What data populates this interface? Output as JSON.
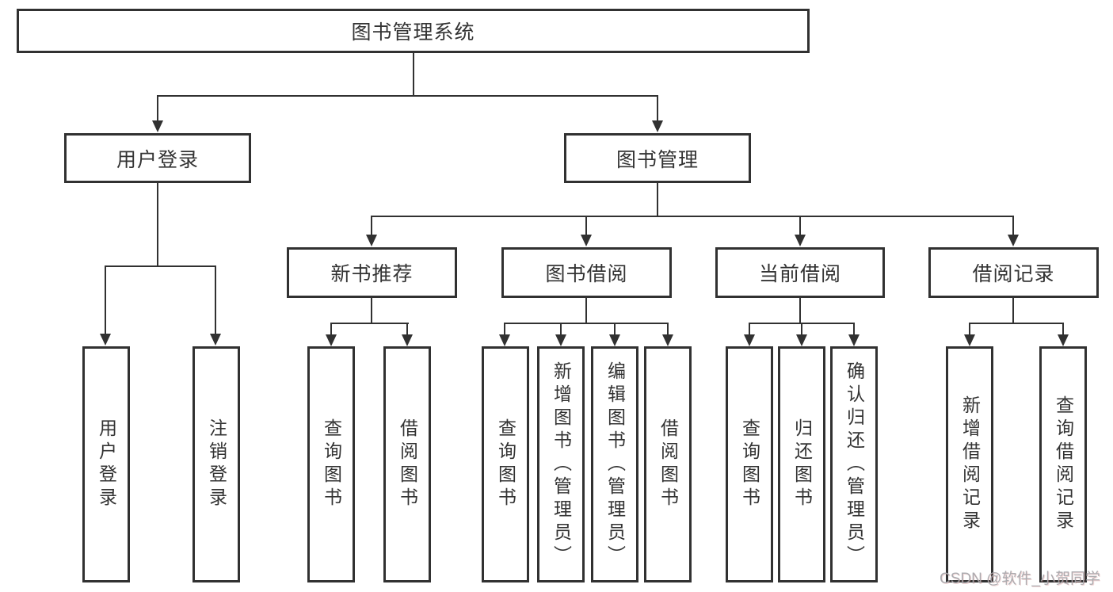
{
  "diagram": {
    "type": "hierarchy-diagram",
    "nodes": {
      "root": "图书管理系统",
      "user_login": "用户登录",
      "book_mgmt": "图书管理",
      "new_books": "新书推荐",
      "book_borrow": "图书借阅",
      "current_borrow": "当前借阅",
      "borrow_records": "借阅记录",
      "ul_login": "用户登录",
      "ul_logout": "注销登录",
      "nb_query": "查询图书",
      "nb_borrow": "借阅图书",
      "bb_query": "查询图书",
      "bb_add": "新增图书（管理员）",
      "bb_edit": "编辑图书（管理员）",
      "bb_borrow": "借阅图书",
      "cb_query": "查询图书",
      "cb_return": "归还图书",
      "cb_confirm": "确认归还（管理员）",
      "br_add": "新增借阅记录",
      "br_query": "查询借阅记录"
    },
    "hierarchy": {
      "图书管理系统": {
        "用户登录": [
          "用户登录",
          "注销登录"
        ],
        "图书管理": {
          "新书推荐": [
            "查询图书",
            "借阅图书"
          ],
          "图书借阅": [
            "查询图书",
            "新增图书（管理员）",
            "编辑图书（管理员）",
            "借阅图书"
          ],
          "当前借阅": [
            "查询图书",
            "归还图书",
            "确认归还（管理员）"
          ],
          "借阅记录": [
            "新增借阅记录",
            "查询借阅记录"
          ]
        }
      }
    },
    "colors": {
      "line": "#313131",
      "box_background": "#ffffff",
      "text": "#333333",
      "watermark": "#a6a6aa"
    }
  },
  "watermark": "CSDN @软件_小贺同学"
}
